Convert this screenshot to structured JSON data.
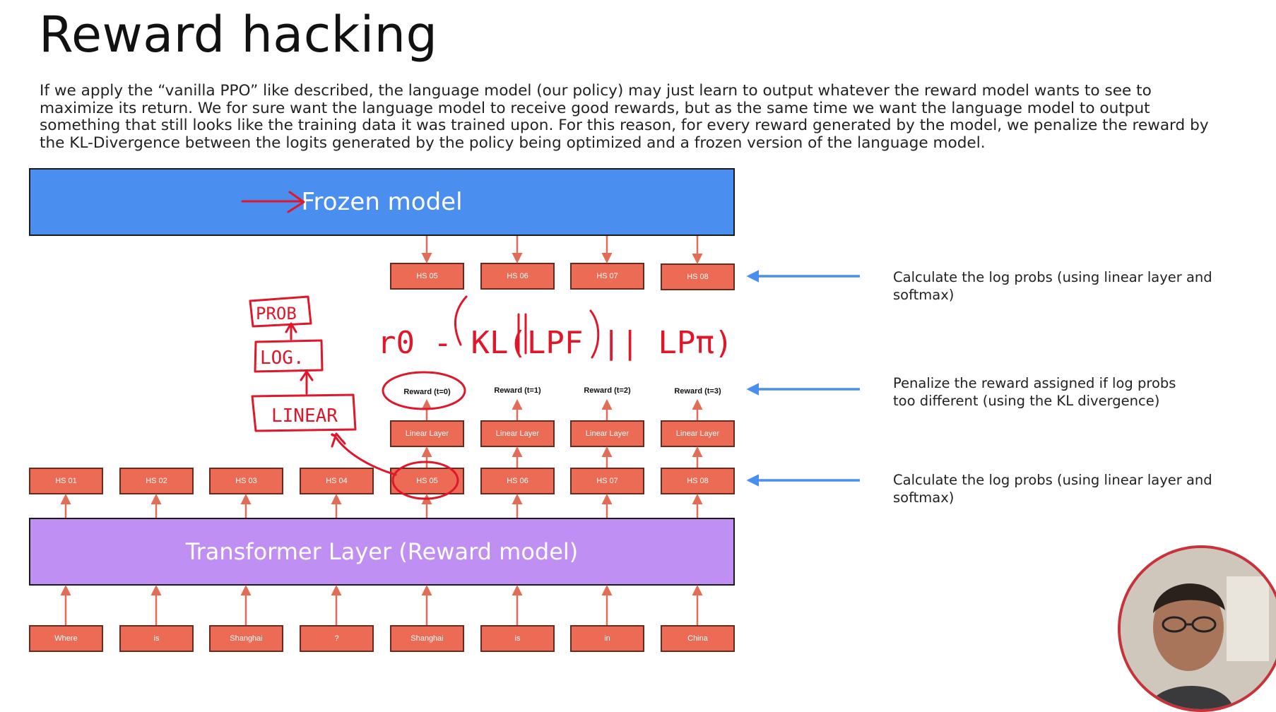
{
  "slide": {
    "title": "Reward hacking",
    "intro_lines": [
      "If we apply the “vanilla PPO” like described, the language model (our policy) may just learn to output whatever the reward model wants to see to",
      "maximize its return. We for sure want the language model to receive good rewards, but as the same time we want the language model to output",
      "something that still looks like the training data it was trained upon. For this reason, for every reward generated by the model, we penalize the reward by",
      "the KL-Divergence between the logits generated by the policy being optimized and a frozen version of the language model."
    ]
  },
  "diagram": {
    "frozen_model_label": "Frozen model",
    "reward_model_label": "Transformer Layer (Reward model)",
    "frozen_hidden_states": [
      "HS 05",
      "HS 06",
      "HS 07",
      "HS 08"
    ],
    "reward_labels": [
      "Reward (t=0)",
      "Reward (t=1)",
      "Reward (t=2)",
      "Reward (t=3)"
    ],
    "linear_layers": [
      "Linear Layer",
      "Linear Layer",
      "Linear Layer",
      "Linear Layer"
    ],
    "hidden_states": [
      "HS 01",
      "HS 02",
      "HS 03",
      "HS 04",
      "HS 05",
      "HS 06",
      "HS 07",
      "HS 08"
    ],
    "input_tokens": [
      "Where",
      "is",
      "Shanghai",
      "?",
      "Shanghai",
      "is",
      "in",
      "China"
    ]
  },
  "notes": {
    "top": "Calculate the log probs (using linear layer and softmax)",
    "middle_line1": "Penalize the reward assigned if log probs",
    "middle_line2": "too different (using the KL divergence)",
    "bottom": "Calculate the log probs (using linear layer and softmax)"
  },
  "annotations": {
    "box_prob": "PROB",
    "box_log": "LOG.",
    "box_linear": "LINEAR",
    "formula": "r0 - KL(LPF || LPπ)"
  },
  "colors": {
    "frozen_model": "#4a8ef0",
    "reward_model": "#bf8ff4",
    "chip": "#ec6b55",
    "arrow_blue": "#4a8ef0",
    "ink_red": "#e0162b"
  }
}
